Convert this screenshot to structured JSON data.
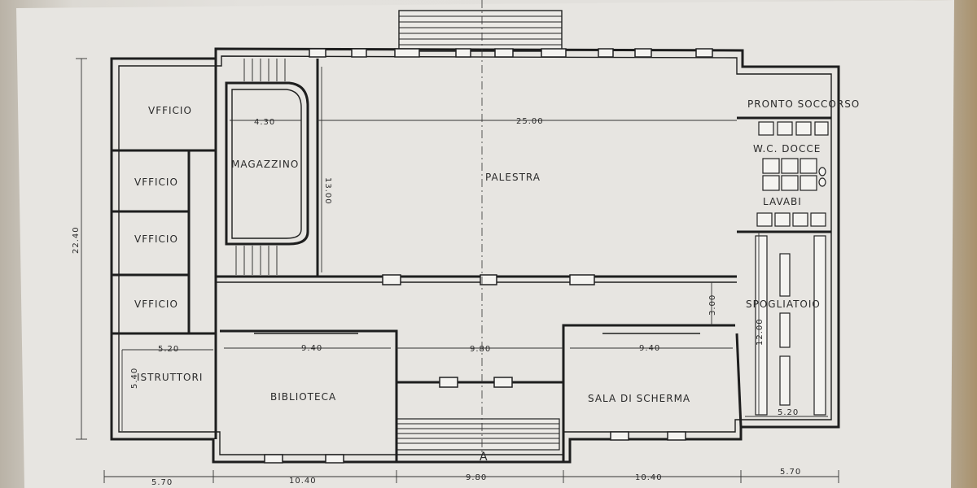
{
  "rooms": {
    "ufficio_1": "VFFICIO",
    "ufficio_2": "VFFICIO",
    "ufficio_3": "VFFICIO",
    "ufficio_4": "VFFICIO",
    "magazzino": "MAGAZZINO",
    "palestra": "PALESTRA",
    "pronto_soccorso": "PRONTO SOCCORSO",
    "wc_docce": "W.C. DOCCE",
    "lavabi": "LAVABI",
    "spogliatoio": "SPOGLIATOIO",
    "istruttori": "ISTRUTTORI",
    "biblioteca": "BIBLIOTECA",
    "sala_scherma": "SALA DI SCHERMA"
  },
  "dimensions": {
    "height_total": "22.40",
    "magazzino_width": "4.30",
    "palestra_width": "25.00",
    "palestra_depth": "13.00",
    "corridor_depth": "3.00",
    "spogliatoio_depth": "12.00",
    "spogliatoio_width": "5.20",
    "istruttori_width": "5.20",
    "istruttori_depth": "5.40",
    "biblioteca_width": "9.40",
    "atrio_width": "9.80",
    "scherma_width": "9.40",
    "bottom_left": "5.70",
    "bottom_biblioteca": "10.40",
    "bottom_atrio": "9.80",
    "bottom_scherma": "10.40",
    "bottom_right": "5.70"
  },
  "section_marker": "A"
}
